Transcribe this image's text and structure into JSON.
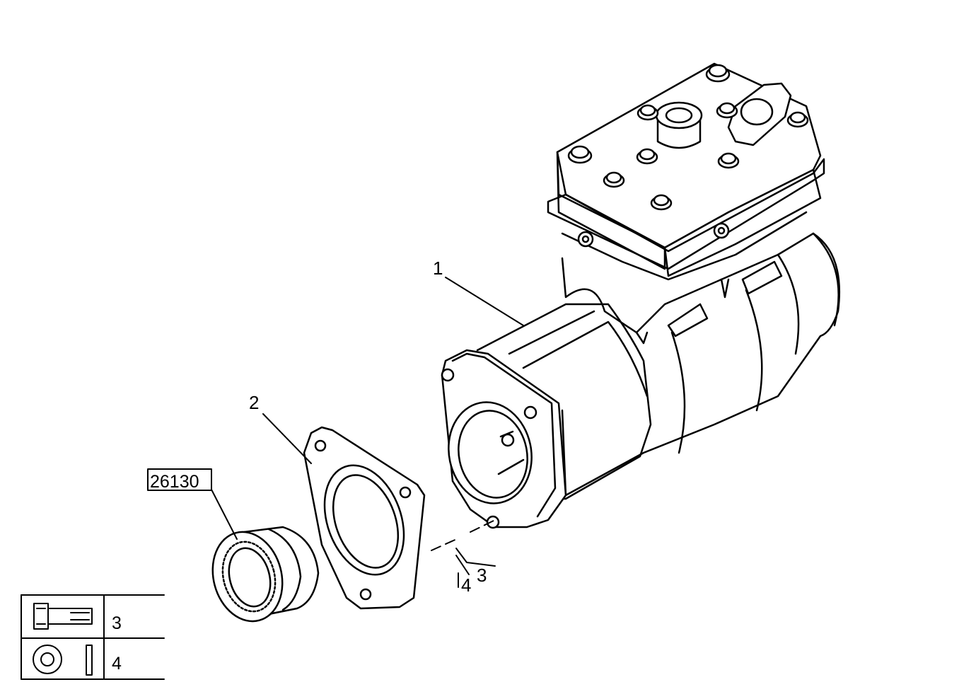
{
  "callouts": {
    "part_1": "1",
    "part_2": "2",
    "part_3": "3",
    "part_4": "4",
    "ref_group": "26130"
  },
  "legend": {
    "rows": [
      {
        "icon": "bolt-icon",
        "number": "3"
      },
      {
        "icon": "washer-icon",
        "number": "4"
      }
    ]
  },
  "colors": {
    "line": "#000000",
    "background": "#ffffff"
  }
}
